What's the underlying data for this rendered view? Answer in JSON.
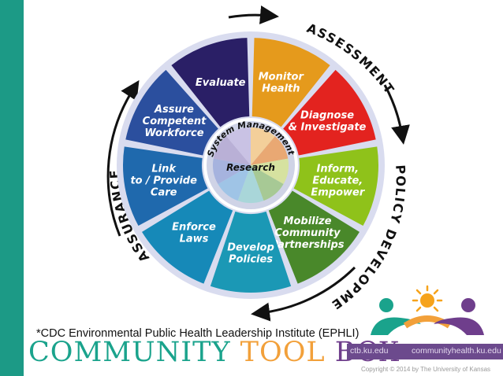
{
  "diagram": {
    "outer_labels": [
      "ASSESSMENT",
      "POLICY DEVELOPMENT",
      "ASSURANCE"
    ],
    "segments": [
      {
        "lines": [
          "Monitor",
          "Health"
        ],
        "color": "#e59a1c"
      },
      {
        "lines": [
          "Diagnose",
          "& Investigate"
        ],
        "color": "#e3231f"
      },
      {
        "lines": [
          "Inform,",
          "Educate,",
          "Empower"
        ],
        "color": "#8fc21a"
      },
      {
        "lines": [
          "Mobilize",
          "Community",
          "Partnerships"
        ],
        "color": "#49882a"
      },
      {
        "lines": [
          "Develop",
          "Policies"
        ],
        "color": "#1b98b5"
      },
      {
        "lines": [
          "Enforce",
          "Laws"
        ],
        "color": "#1689b8"
      },
      {
        "lines": [
          "Link",
          "to / Provide",
          "Care"
        ],
        "color": "#1f69ad"
      },
      {
        "lines": [
          "Assure",
          "Competent",
          "Workforce"
        ],
        "color": "#2b4f9e"
      },
      {
        "lines": [
          "Evaluate"
        ],
        "color": "#2a1f66"
      }
    ],
    "hub": {
      "top_label": "System Management",
      "center_label": "Research"
    }
  },
  "footer": {
    "footnote": "*CDC Environmental Public Health Leadership Institute (EPHLI)",
    "brand_part1": "COMMUNITY ",
    "brand_part2": "TOOL ",
    "brand_part3": "BOX",
    "url_left": "ctb.ku.edu",
    "url_right": "communityhealth.ku.edu",
    "copyright": "Copyright © 2014 by The University of Kansas"
  },
  "colors": {
    "teal": "#1c9a86",
    "orange": "#f2a03a",
    "purple": "#6f3e8c",
    "sun": "#f6a31b"
  }
}
